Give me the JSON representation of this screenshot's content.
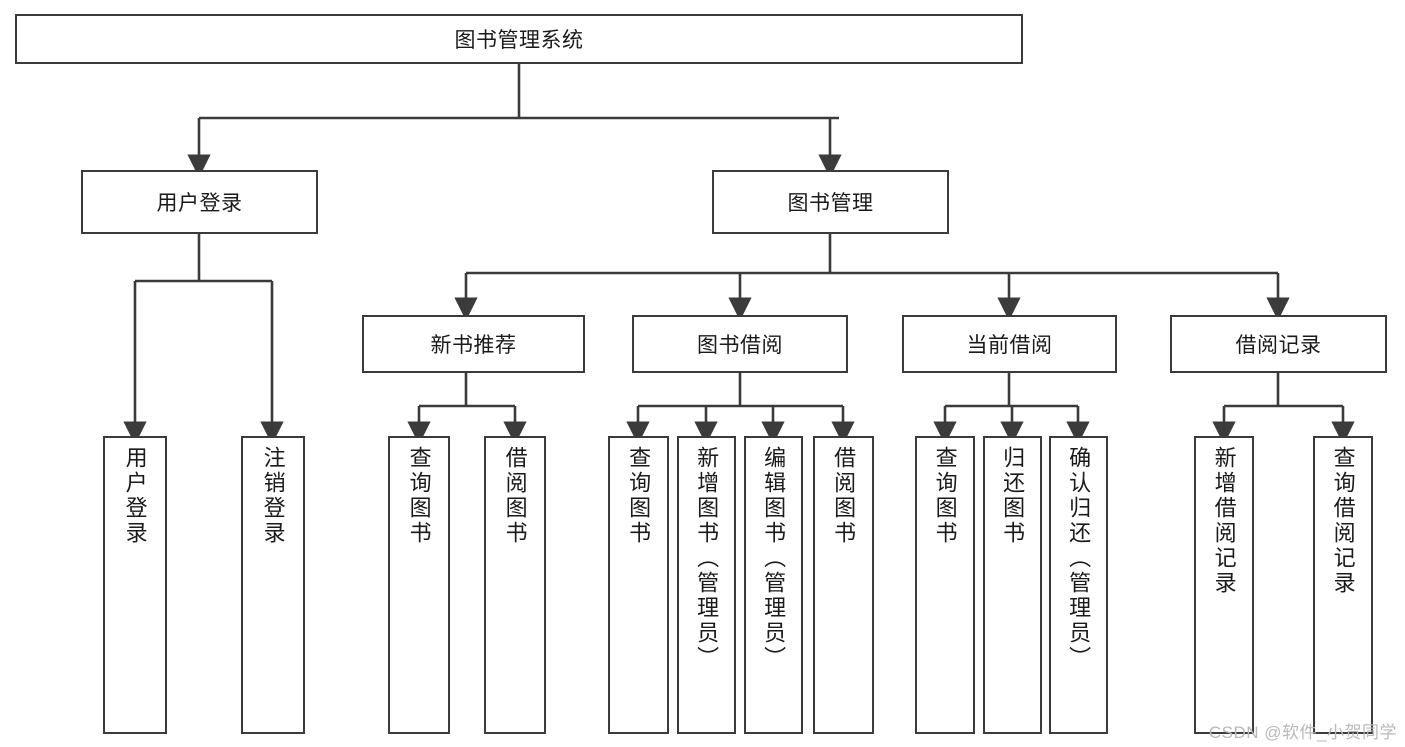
{
  "diagram": {
    "type": "tree",
    "title": "图书管理系统",
    "root": {
      "label": "图书管理系统"
    },
    "level2": [
      {
        "label": "用户登录"
      },
      {
        "label": "图书管理"
      }
    ],
    "level3": [
      {
        "label": "新书推荐"
      },
      {
        "label": "图书借阅"
      },
      {
        "label": "当前借阅"
      },
      {
        "label": "借阅记录"
      }
    ],
    "leaves": {
      "user_login": [
        {
          "label": "用户登录"
        },
        {
          "label": "注销登录"
        }
      ],
      "new_book_recommend": [
        {
          "label": "查询图书"
        },
        {
          "label": "借阅图书"
        }
      ],
      "book_borrow": [
        {
          "label": "查询图书"
        },
        {
          "label": "新增图书（管理员）"
        },
        {
          "label": "编辑图书（管理员）"
        },
        {
          "label": "借阅图书"
        }
      ],
      "current_borrow": [
        {
          "label": "查询图书"
        },
        {
          "label": "归还图书"
        },
        {
          "label": "确认归还（管理员）"
        }
      ],
      "borrow_record": [
        {
          "label": "新增借阅记录"
        },
        {
          "label": "查询借阅记录"
        }
      ]
    }
  },
  "watermark": {
    "text": "CSDN @软件_小贺同学"
  },
  "colors": {
    "border": "#3b3b3b",
    "text": "#1a1a1a",
    "background": "#ffffff",
    "watermark": "#b9b9b9"
  }
}
